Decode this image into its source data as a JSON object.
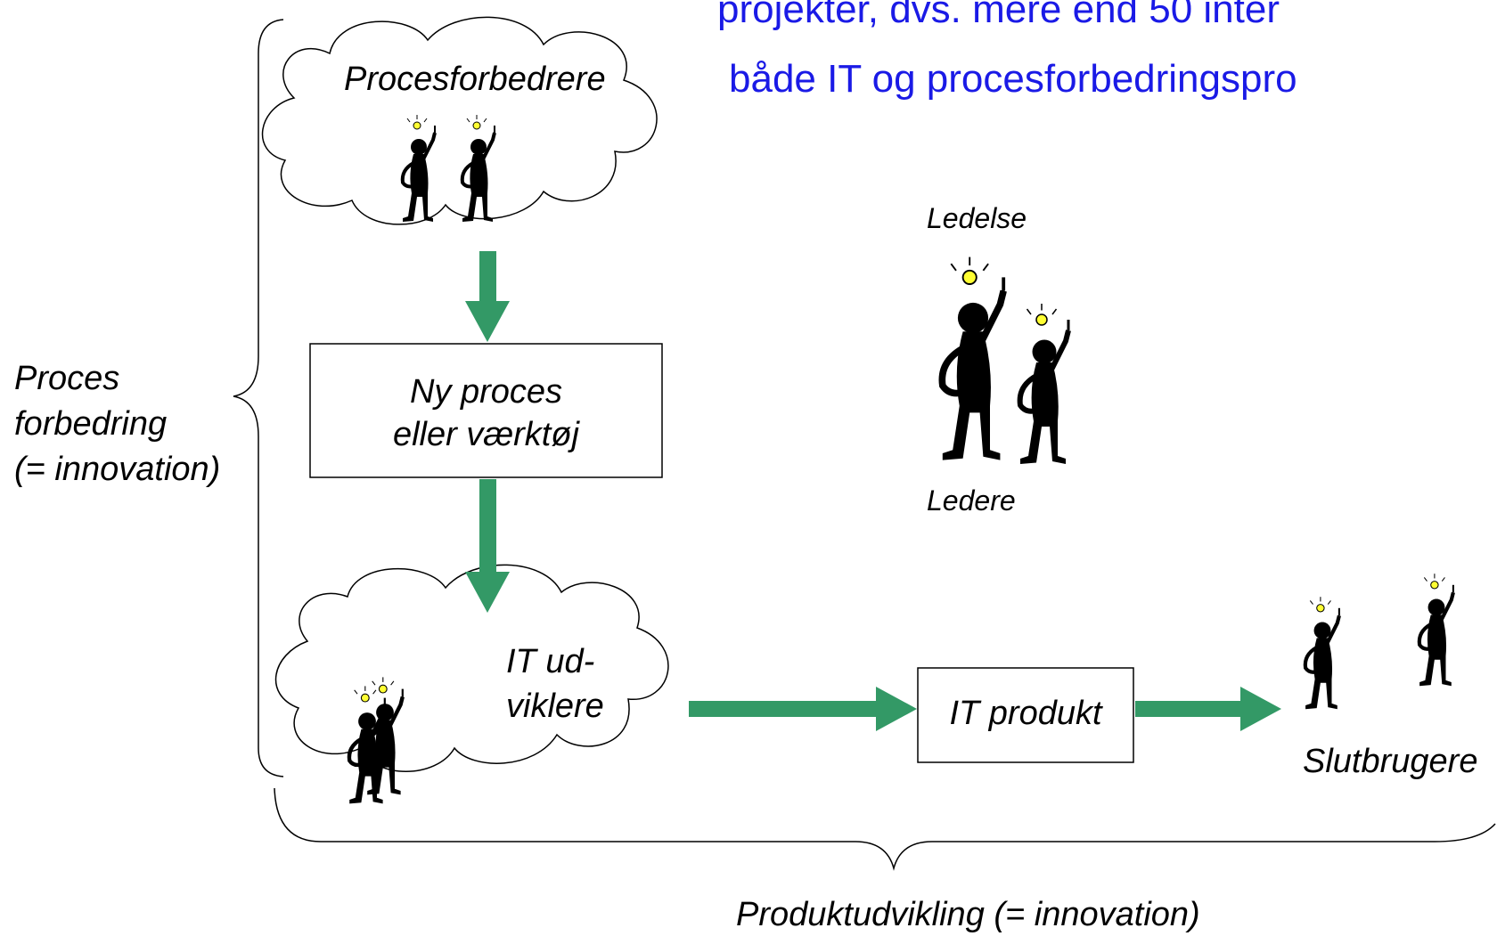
{
  "header_lines": [
    "projekter, dvs. mere end 50 inter",
    "både IT og procesforbedringspro"
  ],
  "nodes": {
    "procesforbedrere": "Procesforbedrere",
    "ny_proces": "Ny proces\neller værktøj",
    "it_udviklere": "IT ud-\nviklere",
    "it_produkt": "IT produkt",
    "slutbrugere": "Slutbrugere",
    "ledelse": "Ledelse",
    "ledere": "Ledere"
  },
  "braces": {
    "left": "Proces\nforbedring\n(= innovation)",
    "bottom": "Produktudvikling (= innovation)"
  },
  "colors": {
    "arrow": "#339966",
    "header_text": "#1a1ae6",
    "bulb": "#ffff33"
  }
}
